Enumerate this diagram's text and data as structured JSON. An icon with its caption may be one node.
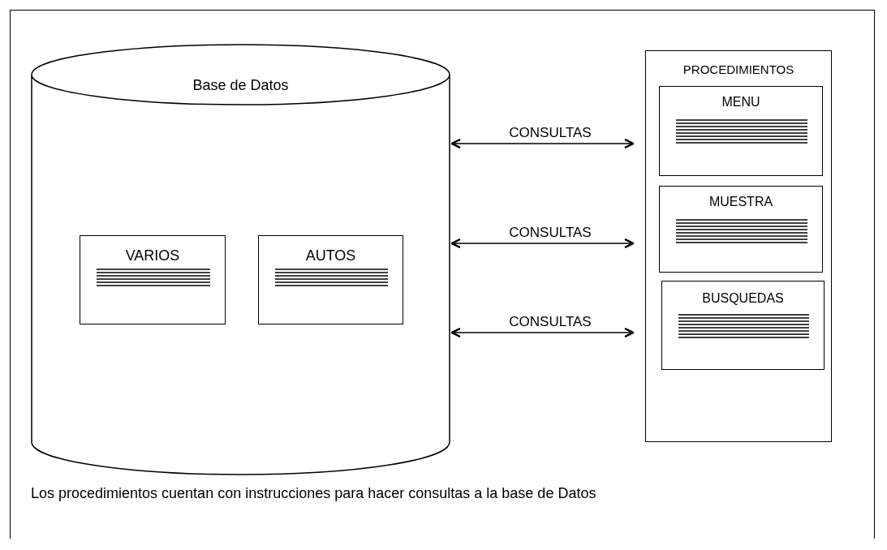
{
  "diagram": {
    "caption": "Los procedimientos cuentan con instrucciones para hacer consultas a la base de Datos",
    "nodes": [
      {
        "text": [
          "Base de Datos"
        ]
      },
      {
        "text": [
          "VARIOS"
        ],
        "in": 0
      },
      {
        "text": [
          "AUTOS"
        ],
        "in": 0
      },
      {
        "text": [
          "PROCEDIMIENTOS"
        ]
      },
      {
        "text": [
          "MENU"
        ],
        "in": 3
      },
      {
        "text": [
          "MUESTRA"
        ],
        "in": 3
      },
      {
        "text": [
          "BUSQUEDAS"
        ],
        "in": 3
      }
    ],
    "edges": [
      {
        "from": 0,
        "to": 3,
        "arrow": "both",
        "label": "CONSULTAS"
      },
      {
        "from": 0,
        "to": 3,
        "arrow": "both",
        "label": "CONSULTAS"
      },
      {
        "from": 0,
        "to": 3,
        "arrow": "both",
        "label": "CONSULTAS"
      }
    ]
  }
}
